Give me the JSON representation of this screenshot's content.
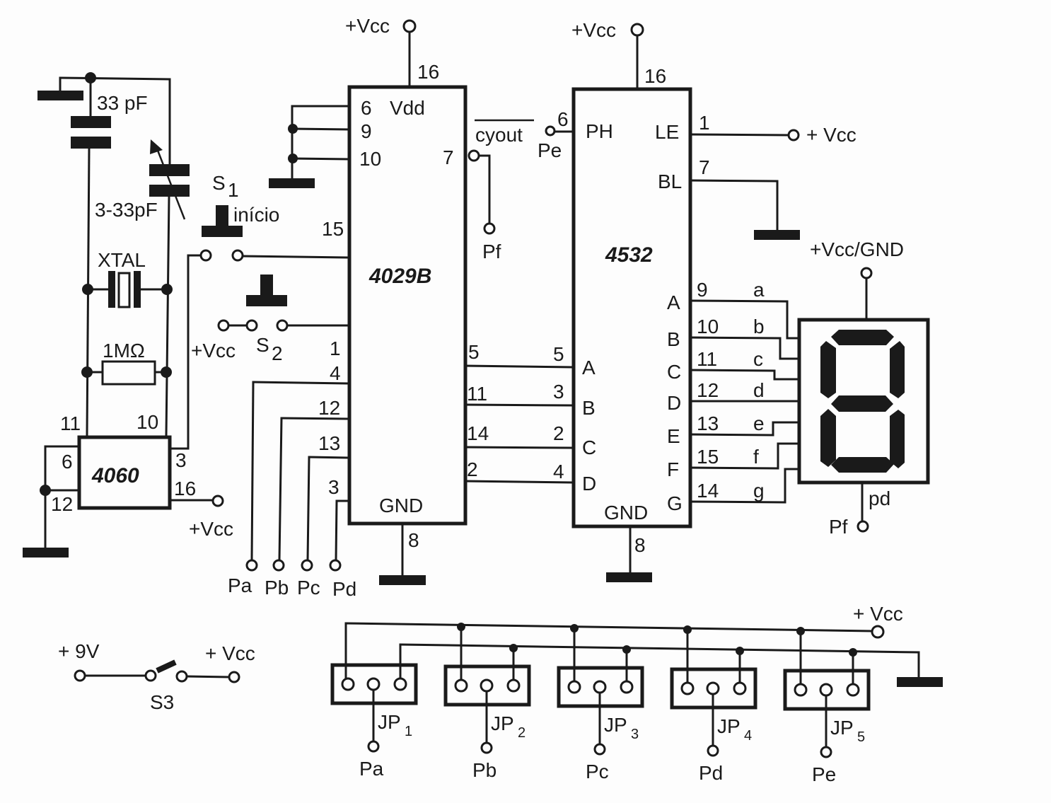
{
  "components": {
    "osc": {
      "cap_fixed": "33 pF",
      "cap_trimmer": "3-33pF",
      "crystal": "XTAL",
      "resistor": "1MΩ"
    },
    "ic_4060": {
      "name": "4060",
      "pins": {
        "p11": "11",
        "p10": "10",
        "p6": "6",
        "p12": "12",
        "p3": "3",
        "p16": "16"
      },
      "vcc": "+Vcc"
    },
    "switches": {
      "s1": "S",
      "s1_sub": "1",
      "s1_label": "início",
      "s2": "S",
      "s2_sub": "2",
      "s2_vcc": "+Vcc",
      "s3": "S3",
      "s3_in": "+ 9V",
      "s3_out": "+ Vcc"
    },
    "ic_4029": {
      "name": "4029B",
      "vcc": "+Vcc",
      "vdd": "Vdd",
      "gnd": "GND",
      "pins": {
        "p16": "16",
        "p6": "6",
        "p9": "9",
        "p10": "10",
        "p7": "7",
        "p15": "15",
        "p1": "1",
        "p4": "4",
        "p12": "12",
        "p13": "13",
        "p3": "3",
        "p5": "5",
        "p11": "11",
        "p14": "14",
        "p2": "2",
        "p8": "8"
      },
      "cyout": "cyout",
      "pf": "Pf",
      "presets": [
        "Pa",
        "Pb",
        "Pc",
        "Pd"
      ]
    },
    "ic_4532": {
      "name": "4532",
      "vcc": "+Vcc",
      "gnd": "GND",
      "ph": "PH",
      "le": "LE",
      "bl": "BL",
      "pe": "Pe",
      "pins": {
        "p16": "16",
        "p6": "6",
        "p1": "1",
        "p7": "7",
        "p8": "8"
      },
      "le_vcc": "+ Vcc",
      "inputs": [
        {
          "pin_left": "5",
          "pin_right": "5",
          "name": "A"
        },
        {
          "pin_left": "11",
          "pin_right": "3",
          "name": "B"
        },
        {
          "pin_left": "14",
          "pin_right": "2",
          "name": "C"
        },
        {
          "pin_left": "2",
          "pin_right": "4",
          "name": "D"
        }
      ],
      "outputs": [
        {
          "name": "A",
          "pin": "9",
          "seg": "a"
        },
        {
          "name": "B",
          "pin": "10",
          "seg": "b"
        },
        {
          "name": "C",
          "pin": "11",
          "seg": "c"
        },
        {
          "name": "D",
          "pin": "12",
          "seg": "d"
        },
        {
          "name": "E",
          "pin": "13",
          "seg": "e"
        },
        {
          "name": "F",
          "pin": "15",
          "seg": "f"
        },
        {
          "name": "G",
          "pin": "14",
          "seg": "g"
        }
      ]
    },
    "display": {
      "common": "+Vcc/GND",
      "pd": "pd",
      "pf": "Pf"
    },
    "jumpers": {
      "vcc": "+ Vcc",
      "items": [
        {
          "name": "JP",
          "sub": "1",
          "out": "Pa"
        },
        {
          "name": "JP",
          "sub": "2",
          "out": "Pb"
        },
        {
          "name": "JP",
          "sub": "3",
          "out": "Pc"
        },
        {
          "name": "JP",
          "sub": "4",
          "out": "Pd"
        },
        {
          "name": "JP",
          "sub": "5",
          "out": "Pe"
        }
      ]
    }
  }
}
